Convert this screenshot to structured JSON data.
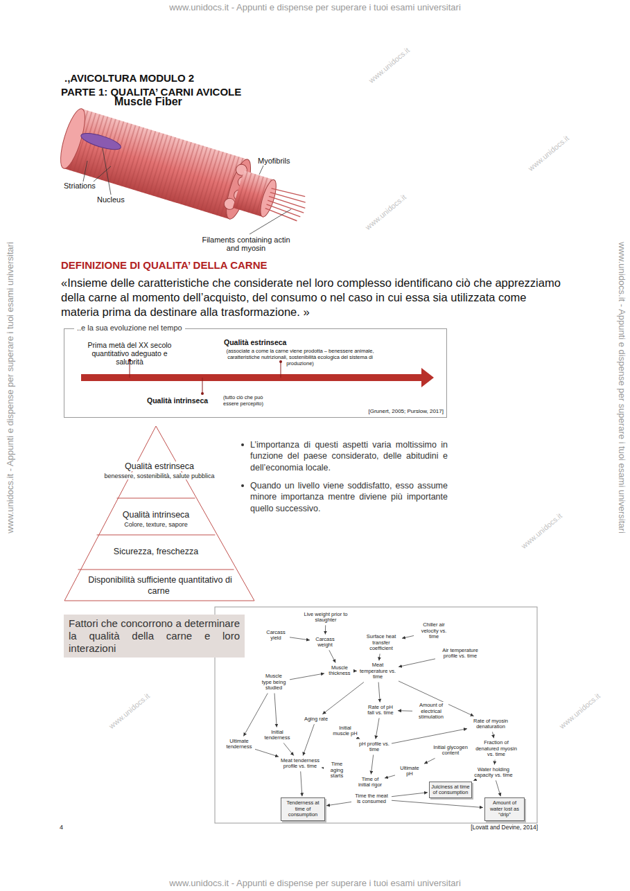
{
  "diagram": {
    "title": ".,AVICOLTURA MODULO 2",
    "nodes": [
      {
        "text": [
          "..e la sua evoluzione nel tempo"
        ]
      },
      {
        "text": [
          "Qualità estrinseca",
          "benessere, sostenibilità, salute pubblica"
        ]
      },
      {
        "text": [
          "Qualità intrinseca",
          "Colore, texture, sapore"
        ]
      },
      {
        "text": [
          "Sicurezza, freschezza"
        ]
      },
      {
        "text": [
          "Disponibilità sufficiente quantitativo di carne"
        ]
      },
      {
        "text": [
          "Fattori che concorrono a determinare la qualità della carne e loro interazioni"
        ]
      },
      {
        "text": [
          "Live weight prior to slaughter"
        ]
      },
      {
        "text": [
          "Carcass yield"
        ]
      },
      {
        "text": [
          "Carcass weight"
        ]
      },
      {
        "text": [
          "Surface heat transfer coefficient"
        ]
      },
      {
        "text": [
          "Chiller air velocity vs. time"
        ]
      },
      {
        "text": [
          "Air temperature profile vs. time"
        ]
      },
      {
        "text": [
          "Muscle type being studied"
        ]
      },
      {
        "text": [
          "Muscle thickness"
        ]
      },
      {
        "text": [
          "Meat temperature vs. time"
        ]
      },
      {
        "text": [
          "Aging rate"
        ]
      },
      {
        "text": [
          "Rate of pH fall vs. time"
        ]
      },
      {
        "text": [
          "Amount of electrical stimulation"
        ]
      },
      {
        "text": [
          "Rate of myosin denaturation"
        ]
      },
      {
        "text": [
          "Initial tenderness"
        ]
      },
      {
        "text": [
          "Initial muscle pH"
        ]
      },
      {
        "text": [
          "Ultimate tenderness"
        ]
      },
      {
        "text": [
          "pH profile vs. time"
        ]
      },
      {
        "text": [
          "Initial glycogen content"
        ]
      },
      {
        "text": [
          "Fraction of denatured myosin vs. time"
        ]
      },
      {
        "text": [
          "Meat tenderness profile vs. time"
        ]
      },
      {
        "text": [
          "Time aging starts"
        ]
      },
      {
        "text": [
          "Ultimate pH"
        ]
      },
      {
        "text": [
          "Water holding capacity vs. time"
        ]
      },
      {
        "text": [
          "Time of initial rigor"
        ]
      },
      {
        "text": [
          "Juiciness at time of consumption"
        ]
      },
      {
        "text": [
          "Time the meat is consumed"
        ]
      },
      {
        "text": [
          "Tenderness at time of consumption"
        ]
      },
      {
        "text": [
          "Amount of water lost as “drip”"
        ]
      }
    ],
    "edges": [
      {
        "from": 6,
        "to": 8,
        "arrow": "to"
      },
      {
        "from": 7,
        "to": 8,
        "arrow": "to"
      },
      {
        "from": 8,
        "to": 13,
        "arrow": "to"
      },
      {
        "from": 10,
        "to": 9,
        "arrow": "to"
      },
      {
        "from": 9,
        "to": 14,
        "arrow": "to"
      },
      {
        "from": 11,
        "to": 14,
        "arrow": "to"
      },
      {
        "from": 13,
        "to": 14,
        "arrow": "to"
      },
      {
        "from": 12,
        "to": 13,
        "arrow": "to"
      },
      {
        "from": 12,
        "to": 21,
        "arrow": "to"
      },
      {
        "from": 12,
        "to": 19,
        "arrow": "to"
      },
      {
        "from": 14,
        "to": 15,
        "arrow": "to"
      },
      {
        "from": 14,
        "to": 16,
        "arrow": "to"
      },
      {
        "from": 14,
        "to": 18,
        "arrow": "to"
      },
      {
        "from": 17,
        "to": 16,
        "arrow": "to"
      },
      {
        "from": 16,
        "to": 22,
        "arrow": "to"
      },
      {
        "from": 20,
        "to": 22,
        "arrow": "to"
      },
      {
        "from": 22,
        "to": 18,
        "arrow": "to"
      },
      {
        "from": 18,
        "to": 24,
        "arrow": "to"
      },
      {
        "from": 24,
        "to": 28,
        "arrow": "to"
      },
      {
        "from": 15,
        "to": 25,
        "arrow": "to"
      },
      {
        "from": 19,
        "to": 25,
        "arrow": "to"
      },
      {
        "from": 21,
        "to": 25,
        "arrow": "to"
      },
      {
        "from": 26,
        "to": 25,
        "arrow": "to"
      },
      {
        "from": 23,
        "to": 27,
        "arrow": "to"
      },
      {
        "from": 27,
        "to": 29,
        "arrow": "to"
      },
      {
        "from": 22,
        "to": 29,
        "arrow": "to"
      },
      {
        "from": 25,
        "to": 32,
        "arrow": "to"
      },
      {
        "from": 31,
        "to": 32,
        "arrow": "to"
      },
      {
        "from": 31,
        "to": 30,
        "arrow": "to"
      },
      {
        "from": 31,
        "to": 33,
        "arrow": "to"
      },
      {
        "from": 28,
        "to": 30,
        "arrow": "to"
      },
      {
        "from": 28,
        "to": 33,
        "arrow": "to"
      }
    ],
    "labels": [
      "www.unidocs.it - Appunti e dispense per superare i tuoi esami universitari",
      "www.unidocs.it - Appunti e dispense per superare i tuoi esami universitari",
      "www.unidocs.it - Appunti e dispense per superare i tuoi esami universitari",
      "www.unidocs.it - Appunti e dispense per superare i tuoi esami universitari",
      "PARTE 1: QUALITA’ CARNI AVICOLE",
      "Muscle Fiber",
      "Myofibrils",
      "Striations",
      "Nucleus",
      "Filaments containing actin and myosin",
      "DEFINIZIONE DI QUALITA’ DELLA CARNE",
      "«Insieme delle caratteristiche che considerate nel loro complesso identificano ciò che apprezziamo della carne al momento dell’acquisto, del consumo o nel caso in cui essa sia utilizzata come materia prima da destinare alla trasformazione. »",
      "Prima metà del XX secolo quantitativo adeguato e salubrità",
      "Qualità estrinseca",
      "(associate a come la carne viene prodotta – benessere animale, caratteristiche nutrizionali, sostenibilità ecologica del sistema di produzione)",
      "Qualità intrinseca",
      "(tutto ciò che può essere percepito)",
      "[Grunert, 2005; Purslow, 2017]",
      "L’importanza di questi aspetti varia moltissimo in funzione del paese considerato, delle abitudini e dell’economia locale.",
      "Quando un livello viene soddisfatto, esso assume minore importanza mentre diviene più importante quello successivo.",
      "[Lovatt and Devine, 2014]",
      "4",
      "www.unidocs.it",
      "www.unidocs.it",
      "www.unidocs.it",
      "www.unidocs.it",
      "www.unidocs.it",
      "www.unidocs.it"
    ]
  }
}
